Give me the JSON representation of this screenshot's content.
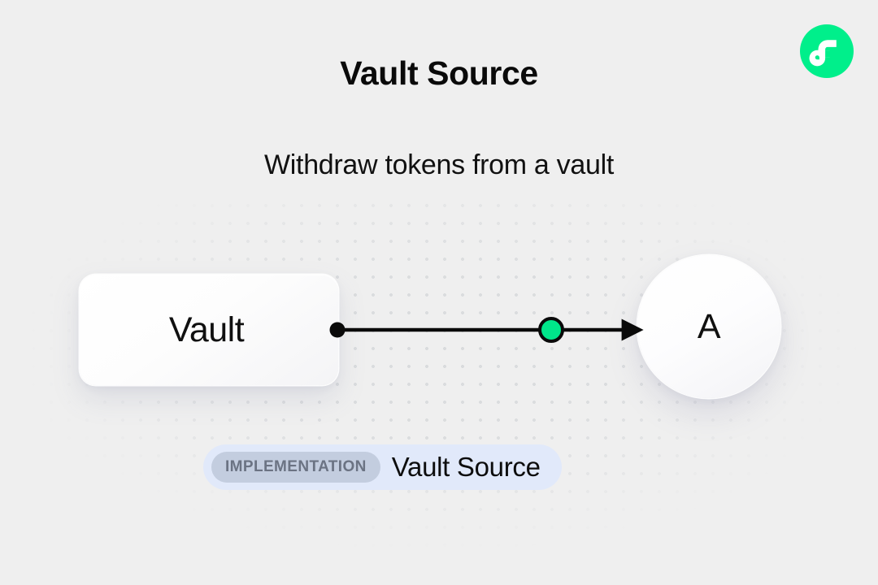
{
  "header": {
    "title": "Vault Source",
    "subtitle": "Withdraw tokens from a vault",
    "logo_icon": "flow-logo-icon"
  },
  "colors": {
    "background": "#efefef",
    "accent_green": "#00e68a",
    "logo_green": "#00ef8b",
    "edge_stroke": "#0a0a0a",
    "badge_background": "#e1e9fa",
    "badge_tag_background": "#c3cddf",
    "badge_tag_text": "#6b7383",
    "dot_grid": "#d9dbdd"
  },
  "diagram": {
    "nodes": [
      {
        "id": "vault",
        "label": "Vault",
        "shape": "rounded-rect"
      },
      {
        "id": "a",
        "label": "A",
        "shape": "circle"
      }
    ],
    "edges": [
      {
        "id": "vault-to-a",
        "from": "vault",
        "to": "a",
        "source_handle": "source-handle-dot",
        "marker": "arrow-marker",
        "midpoint_marker": "edge-midpoint-dot"
      }
    ]
  },
  "badge": {
    "tag": "IMPLEMENTATION",
    "name": "Vault Source"
  }
}
